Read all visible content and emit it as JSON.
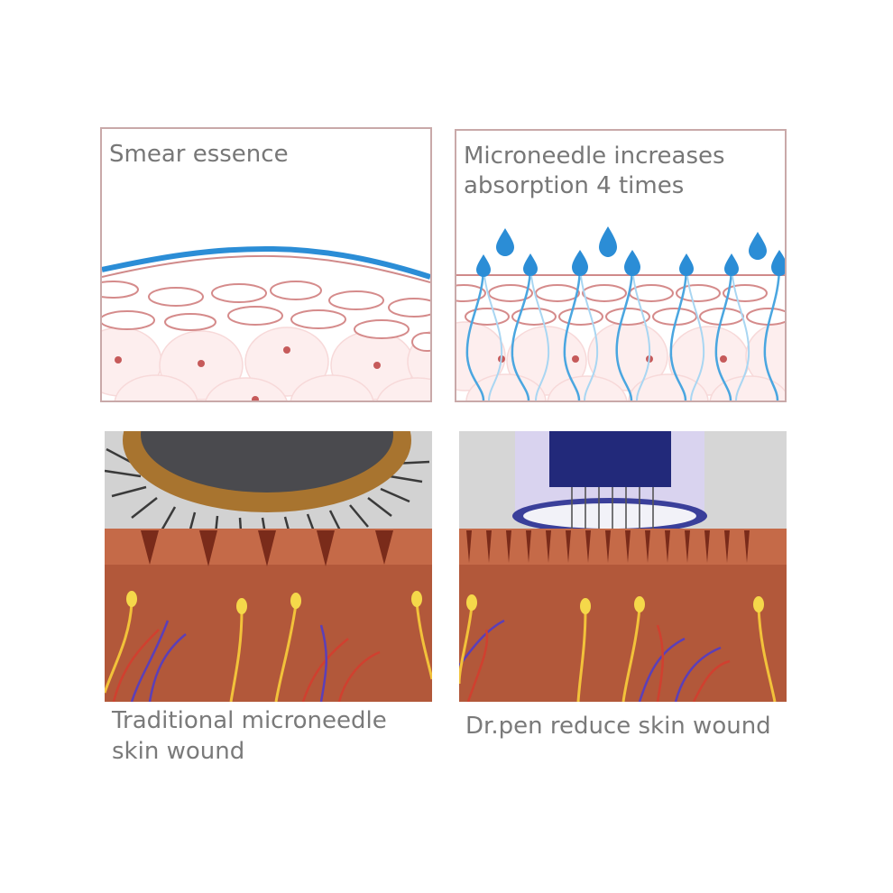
{
  "panels": {
    "top_left": {
      "title": "Smear essence"
    },
    "top_right": {
      "title": "Microneedle increases\nabsorption 4 times"
    }
  },
  "captions": {
    "bottom_left": "Traditional microneedle\nskin wound",
    "bottom_right": "Dr.pen reduce skin wound"
  },
  "colors": {
    "essence": "#2a8fd6",
    "cell_outline": "#d98a8a",
    "cell_fill": "#fbe7e7",
    "nucleus": "#c85a5a",
    "skin": "#b2583a",
    "nerve": "#f2c23a",
    "vein_blue": "#5b3fb8",
    "vein_red": "#d0402f"
  }
}
